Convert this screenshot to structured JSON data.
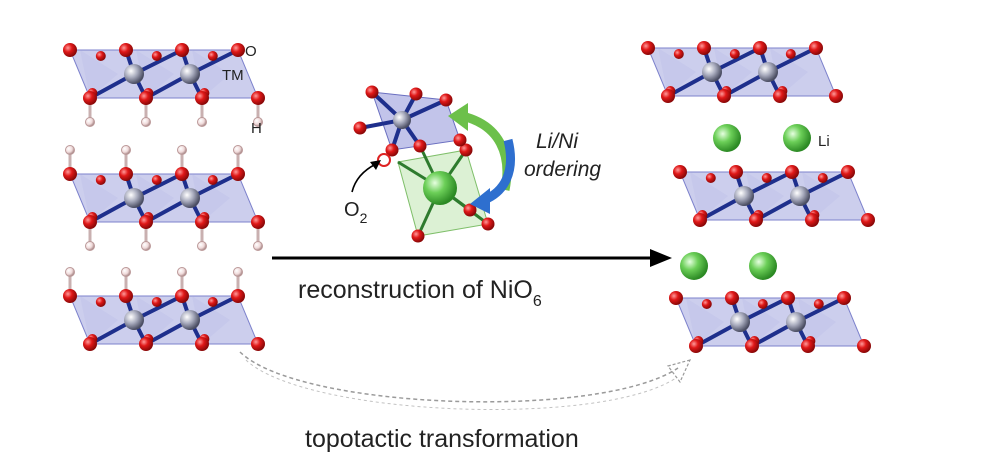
{
  "labels": {
    "oxygen": "O",
    "transition_metal": "TM",
    "hydrogen": "H",
    "lithium": "Li",
    "ordering_line1": "Li/Ni",
    "ordering_line2": "ordering",
    "o2_base": "O",
    "o2_sub": "2",
    "reconstruction_text": "reconstruction of NiO",
    "reconstruction_sub": "6",
    "topotactic": "topotactic transformation"
  },
  "colors": {
    "oxygen": "#dd1a1a",
    "transition_metal": "#8a8fa8",
    "bond": "#1e2f8c",
    "octahedron": "#8f93d8",
    "lithium": "#5fc44d",
    "arrow_green": "#6cc04a",
    "arrow_blue": "#2e6fcf",
    "hydrogen": "#f2dede"
  }
}
